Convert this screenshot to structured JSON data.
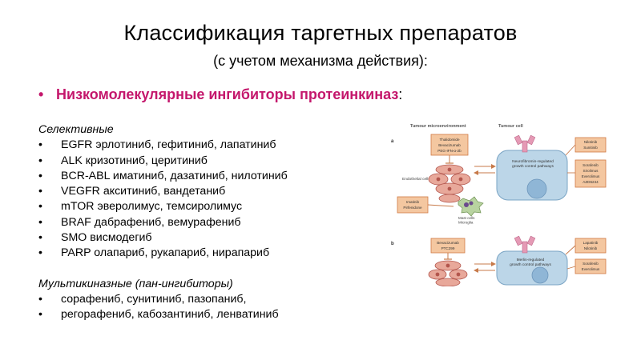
{
  "title": "Классификация таргетных препаратов",
  "subtitle": "(с учетом механизма действия):",
  "section": {
    "heading": "Низкомолекулярные ингибиторы протеинкиназ",
    "colon": ":"
  },
  "selective": {
    "label": "Селективные",
    "items": [
      "EGFR  эрлотиниб, гефитиниб, лапатиниб",
      "ALK  кризотиниб, церитиниб",
      "BCR-ABL  иматиниб, дазатиниб, нилотиниб",
      "VEGFR  акситиниб, вандетаниб",
      "mTOR  эверолимус, темсиролимус",
      "BRAF  дабрафениб, вемурафениб",
      "SMO  висмодегиб",
      "PARP  олапариб, рукапариб, нирапариб"
    ]
  },
  "multikinase": {
    "label": "Мультикиназные (пан-ингибиторы)",
    "items": [
      "сорафениб, сунитиниб, пазопаниб,",
      "регорафениб, кабозантиниб, ленватиниб"
    ]
  },
  "figure": {
    "header_left": "Tumour microenvironment",
    "header_right": "Tumour cell",
    "panel_a": "a",
    "panel_b": "b",
    "endothelial": "Endothelial cells",
    "mast": "Mast cells\nMicroglia",
    "box_a1": [
      "Thalidomide",
      "Bevacizumab",
      "PEG-IFN-α-2b"
    ],
    "box_a2": [
      "Imatinib",
      "Pirfenidone"
    ],
    "box_r1": [
      "Nilotinib",
      "Sunitinib"
    ],
    "box_r2": [
      "Sorafenib",
      "Sirolimus",
      "Everolimus",
      "AZD6244"
    ],
    "cell_a": [
      "Neurofibromin-regulated",
      "growth control pathways"
    ],
    "box_b1": [
      "Bevacizumab",
      "PTC299"
    ],
    "box_r3": [
      "Lapatinib",
      "Nilotinib"
    ],
    "box_r4": [
      "Sorafenib",
      "Everolimus"
    ],
    "cell_b": [
      "Merlin-regulated",
      "growth control pathways"
    ],
    "colors": {
      "accent": "#c4176c",
      "box_fill": "#f4c7a0",
      "box_stroke": "#d07a45",
      "cell_fill": "#bcd6e8",
      "receptor": "#e59ab5"
    }
  }
}
